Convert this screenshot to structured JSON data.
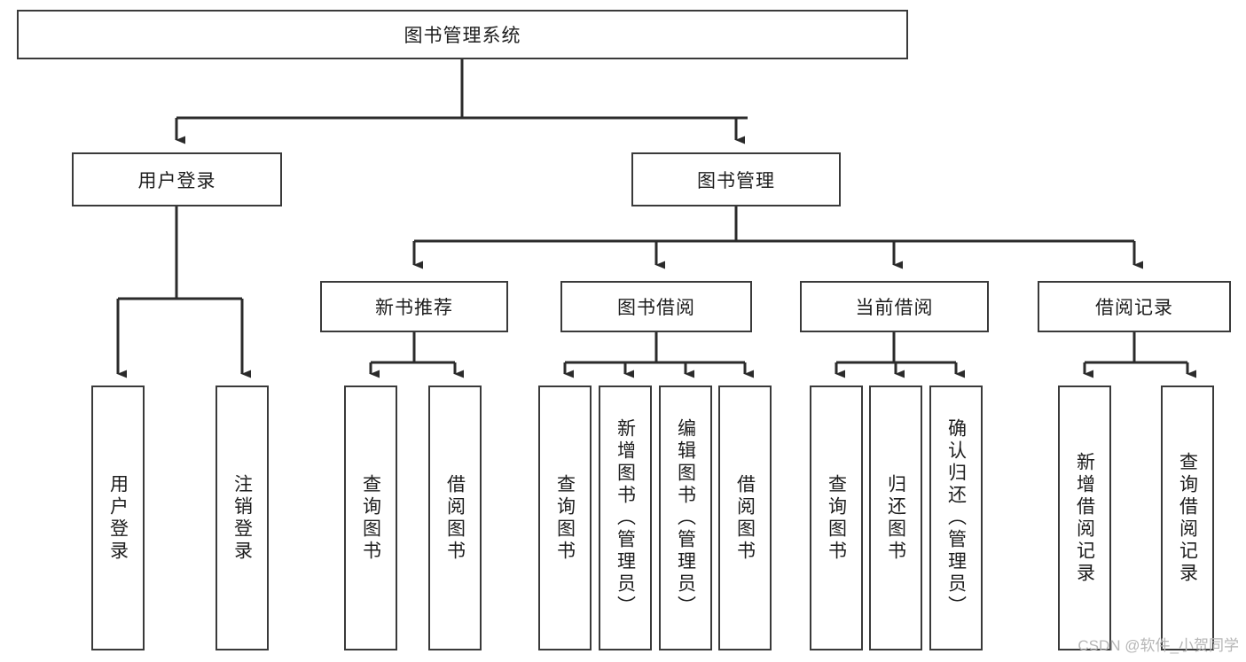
{
  "diagram": {
    "type": "tree-hierarchy",
    "title": "图书管理系统",
    "watermark": "CSDN @软件_小贺同学",
    "colors": {
      "box_border": "#3a3a3a",
      "box_fill": "#ffffff",
      "connector": "#2b2b2b",
      "text": "#1d1d1d",
      "watermark": "#b6b6b6",
      "background": "#ffffff"
    },
    "levels": {
      "root": {
        "label": "图书管理系统"
      },
      "level1": [
        {
          "label": "用户登录"
        },
        {
          "label": "图书管理"
        }
      ],
      "level2": [
        {
          "label": "新书推荐"
        },
        {
          "label": "图书借阅"
        },
        {
          "label": "当前借阅"
        },
        {
          "label": "借阅记录"
        }
      ]
    },
    "leaves": {
      "user_login": [
        {
          "label": "用户登录"
        },
        {
          "label": "注销登录"
        }
      ],
      "new_book_recommend": [
        {
          "label": "查询图书"
        },
        {
          "label": "借阅图书"
        }
      ],
      "book_borrow": [
        {
          "label": "查询图书"
        },
        {
          "label": "新增图书（管理员）"
        },
        {
          "label": "编辑图书（管理员）"
        },
        {
          "label": "借阅图书"
        }
      ],
      "current_borrow": [
        {
          "label": "查询图书"
        },
        {
          "label": "归还图书"
        },
        {
          "label": "确认归还（管理员）"
        }
      ],
      "borrow_record": [
        {
          "label": "新增借阅记录"
        },
        {
          "label": "查询借阅记录"
        }
      ]
    }
  }
}
